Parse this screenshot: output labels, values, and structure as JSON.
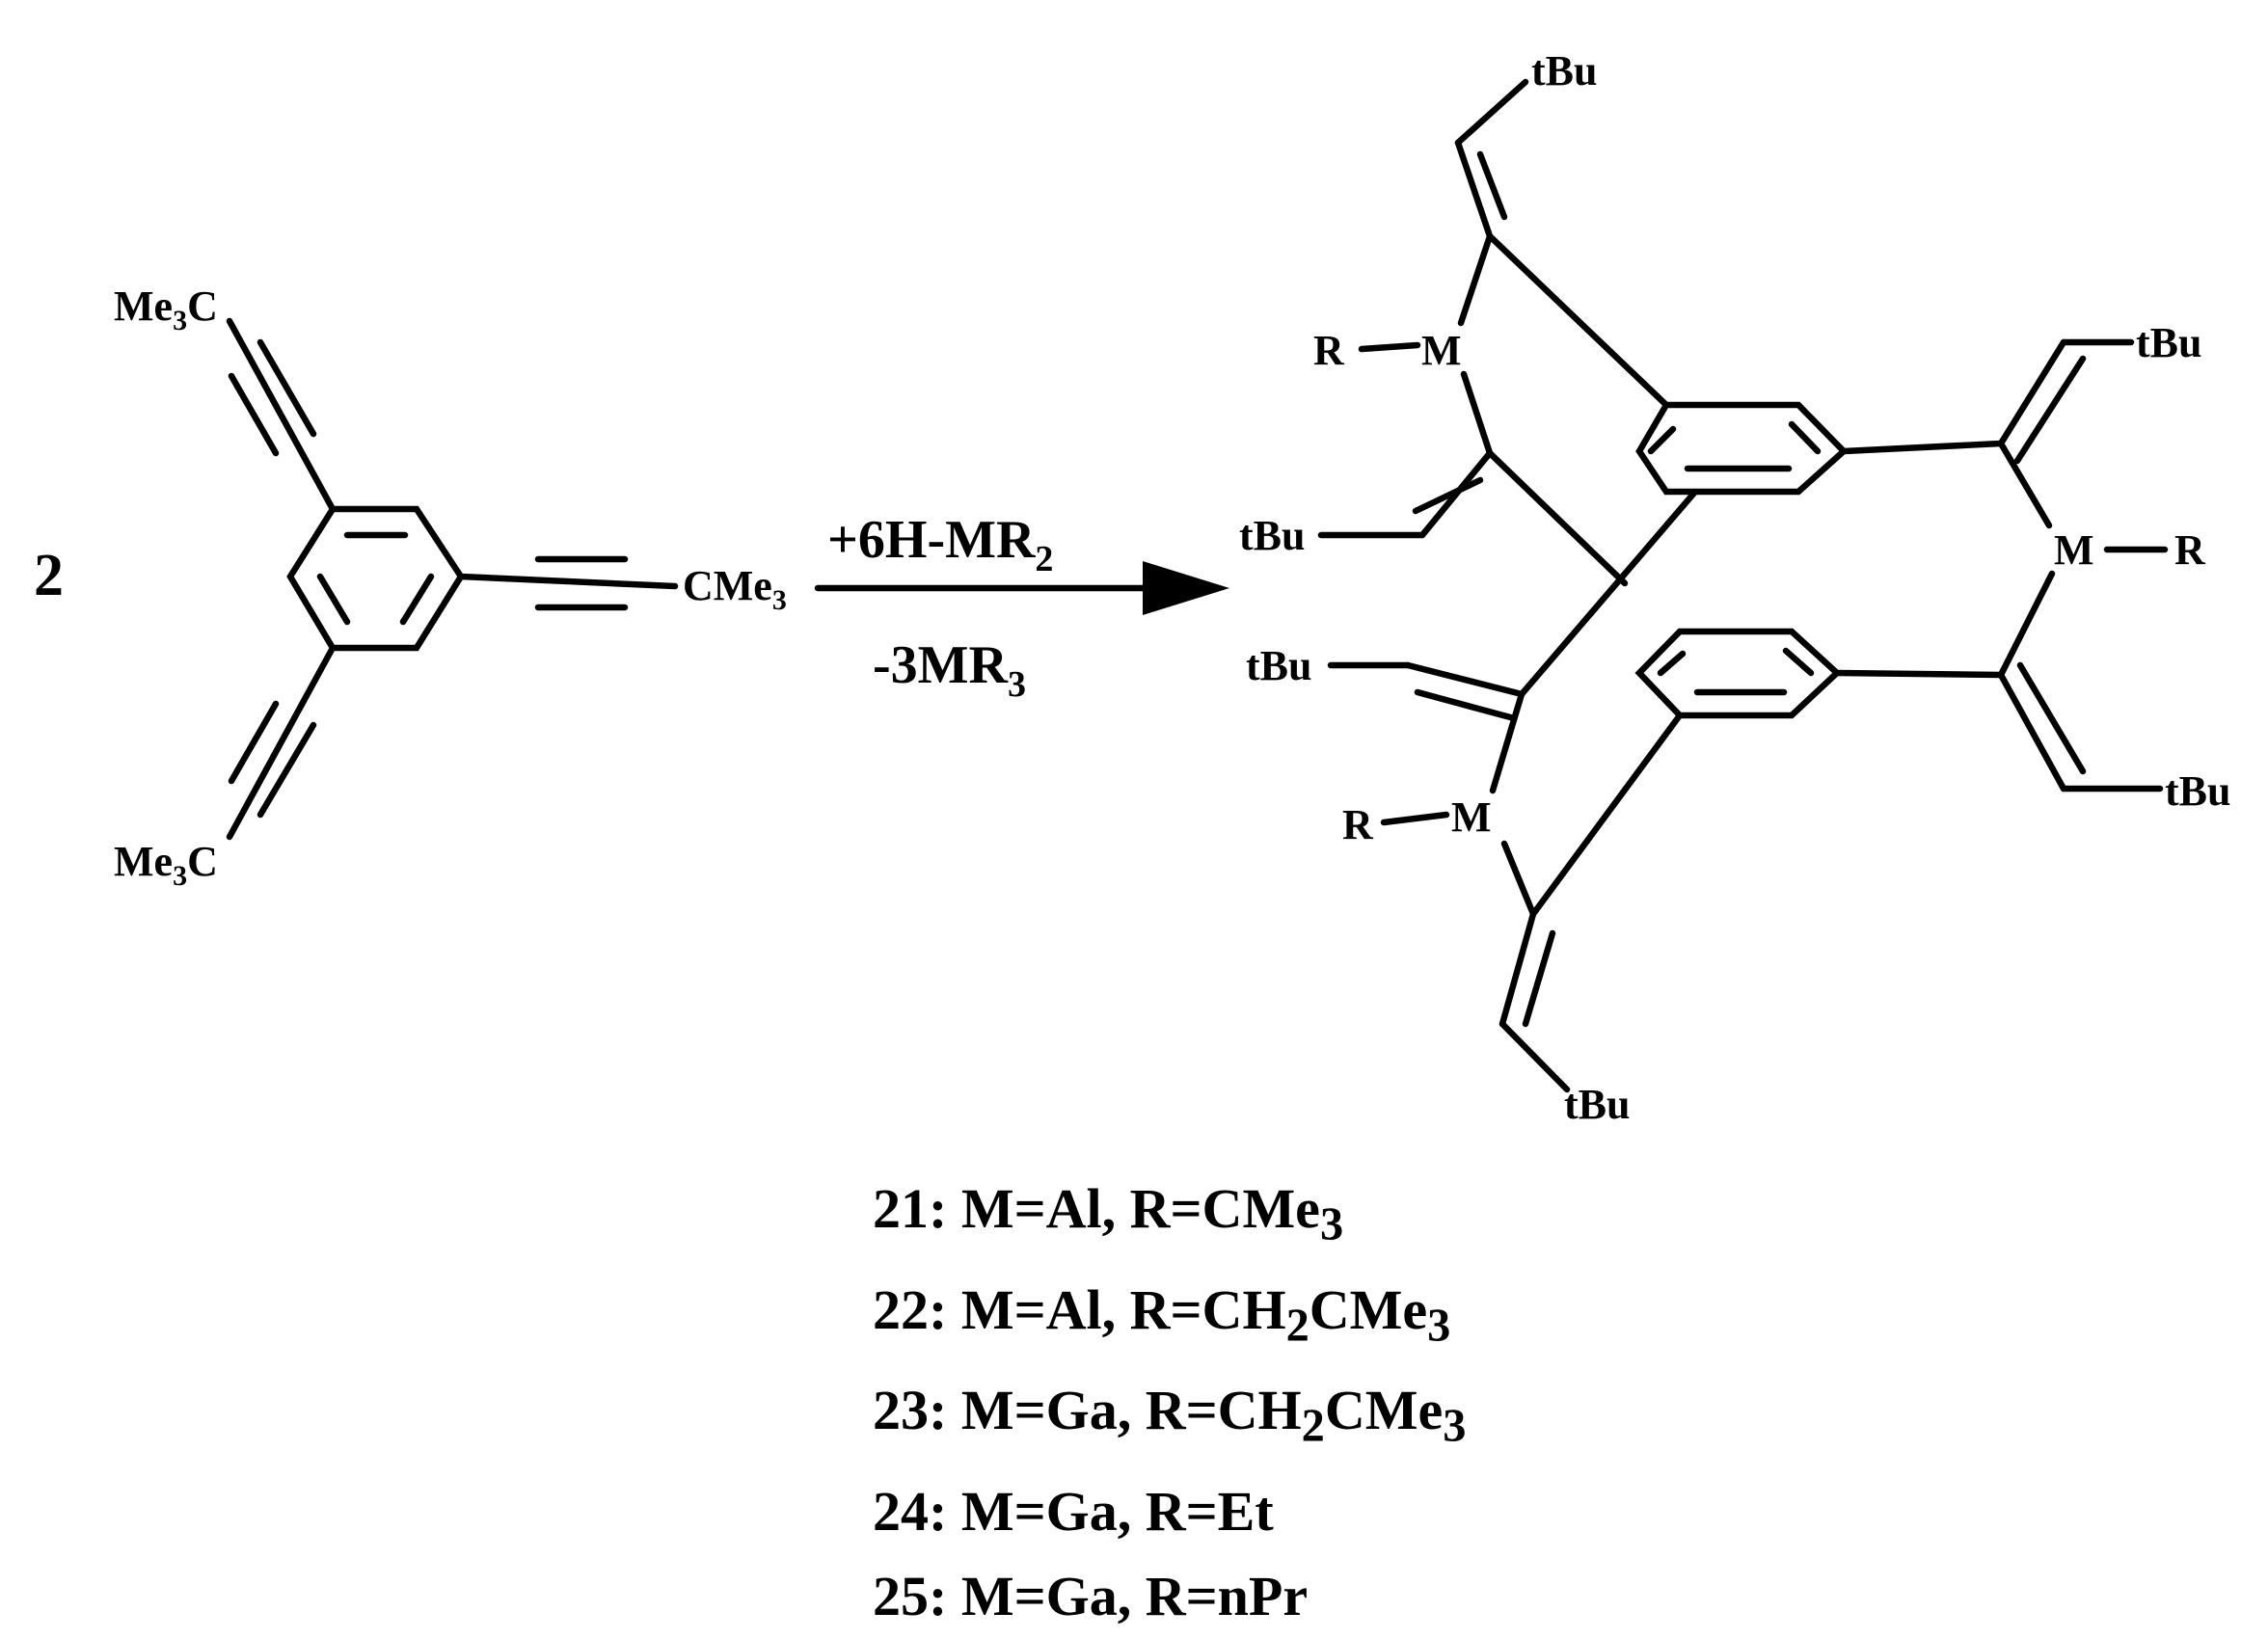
{
  "reactant": {
    "coefficient": "2",
    "top_group": {
      "main": "Me",
      "sub": "3",
      "tail": "C"
    },
    "right_group": {
      "main": "CMe",
      "sub": "3"
    },
    "bottom_group": {
      "main": "Me",
      "sub": "3",
      "tail": "C"
    }
  },
  "arrow": {
    "above": {
      "main": "+6H-MR",
      "sub": "2"
    },
    "below": {
      "main": "-3MR",
      "sub": "3"
    }
  },
  "product": {
    "metal": "M",
    "substituent": "R",
    "tert_butyl": "tBu"
  },
  "compounds": [
    {
      "num": "21:",
      "text": "M=Al, R=CMe",
      "sub": "3",
      "tail": ""
    },
    {
      "num": "22:",
      "text": "M=Al, R=CH",
      "sub": "2",
      "tail": "CMe",
      "sub2": "3"
    },
    {
      "num": "23:",
      "text": "M=Ga, R=CH",
      "sub": "2",
      "tail": "CMe",
      "sub2": "3"
    },
    {
      "num": "24:",
      "text": "M=Ga, R=Et",
      "sub": "",
      "tail": ""
    },
    {
      "num": "25:",
      "text": "M=Ga, R=nPr",
      "sub": "",
      "tail": ""
    }
  ]
}
